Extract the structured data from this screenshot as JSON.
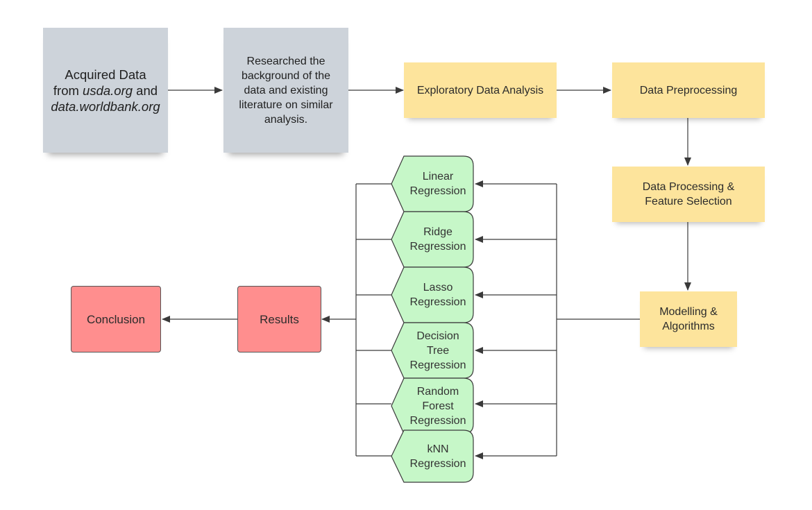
{
  "nodes": {
    "acquired": {
      "line1": "Acquired Data",
      "line2_prefix": "from ",
      "line2_italic": "usda.org",
      "line2_suffix": " and",
      "line3_italic": "data.worldbank.org"
    },
    "researched": {
      "lines": [
        "Researched the",
        "background of the",
        "data and existing",
        "literature on similar",
        "analysis."
      ]
    },
    "eda": {
      "label": "Exploratory Data Analysis"
    },
    "preprocessing": {
      "label": "Data Preprocessing"
    },
    "feature_selection": {
      "lines": [
        "Data Processing &",
        "Feature Selection"
      ]
    },
    "modelling": {
      "lines": [
        "Modelling &",
        "Algorithms"
      ]
    },
    "results": {
      "label": "Results"
    },
    "conclusion": {
      "label": "Conclusion"
    }
  },
  "models": [
    {
      "lines": [
        "Linear",
        "Regression"
      ]
    },
    {
      "lines": [
        "Ridge",
        "Regression"
      ]
    },
    {
      "lines": [
        "Lasso",
        "Regression"
      ]
    },
    {
      "lines": [
        "Decision",
        "Tree",
        "Regression"
      ]
    },
    {
      "lines": [
        "Random",
        "Forest",
        "Regression"
      ]
    },
    {
      "lines": [
        "kNN",
        "Regression"
      ]
    }
  ],
  "colors": {
    "grey_box": "#cdd3da",
    "yellow_box": "#fde49c",
    "green_box": "#c6f7c8",
    "red_box": "#ff8e8e",
    "line": "#333333"
  }
}
